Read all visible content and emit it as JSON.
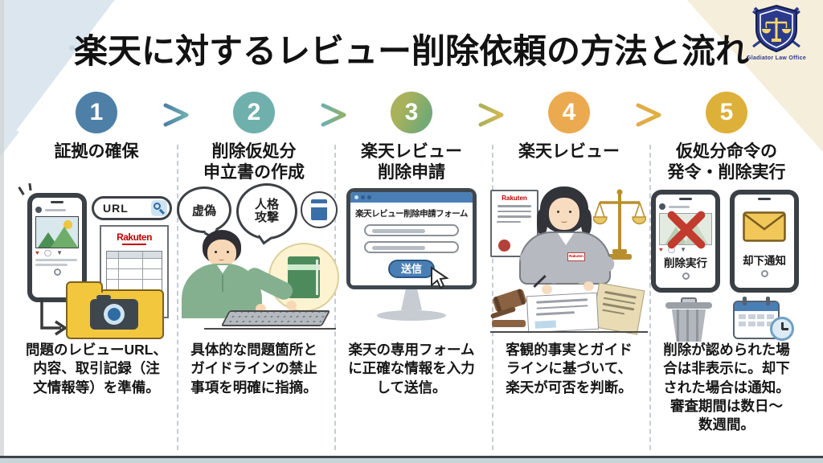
{
  "title": "楽天に対するレビュー削除依頼の方法と流れ",
  "logo": {
    "text": "Gladiator Law Office"
  },
  "colors": {
    "step1": "#4e80a7",
    "step2": "#6fb0ad",
    "step3_start": "#a9b25b",
    "step3_end": "#73a975",
    "step4": "#ebaa50",
    "step5": "#ddb03a",
    "accent_blue": "#4a7fb5",
    "rakuten_red": "#bf0000",
    "folder_yellow": "#f2c73d",
    "x_red": "#c23b2e",
    "envelope_yellow": "#f1c75a"
  },
  "steps": [
    {
      "num": "1",
      "label": "証拠の確保",
      "desc": "問題のレビューURL、\n内容、取引記録（注\n文情報等）を準備。"
    },
    {
      "num": "2",
      "label": "削除仮処分\n申立書の作成",
      "desc": "具体的な問題箇所と\nガイドラインの禁止\n事項を明確に指摘。"
    },
    {
      "num": "3",
      "label": "楽天レビュー\n削除申請",
      "desc": "楽天の専用フォーム\nに正確な情報を入力\nして送信。"
    },
    {
      "num": "4",
      "label": "楽天レビュー",
      "desc": "客観的事実とガイド\nラインに基づいて、\n楽天が可否を判断。"
    },
    {
      "num": "5",
      "label": "仮処分命令の\n発令・削除実行",
      "desc": "削除が認められた場\n合は非表示に。却下\nされた場合は通知。\n審査期間は数日〜\n数週間。"
    }
  ],
  "illus": {
    "step1": {
      "url_label": "URL",
      "receipt_brand": "Rakuten",
      "reactions": {
        "heart": "♥",
        "others": "◯ ▼"
      }
    },
    "step2": {
      "bubble_false": "虚偽",
      "bubble_attack": "人格\n攻撃"
    },
    "step3": {
      "form_title": "楽天レビュー削除申請フォーム",
      "submit_label": "送信"
    },
    "step4": {
      "doc_brand": "Rakuten",
      "badge": "Rakuten"
    },
    "step5": {
      "deleted_label": "削除実行",
      "rejected_label": "却下通知",
      "reactions": {
        "heart": "♥",
        "others": "◯ ▼"
      }
    }
  }
}
